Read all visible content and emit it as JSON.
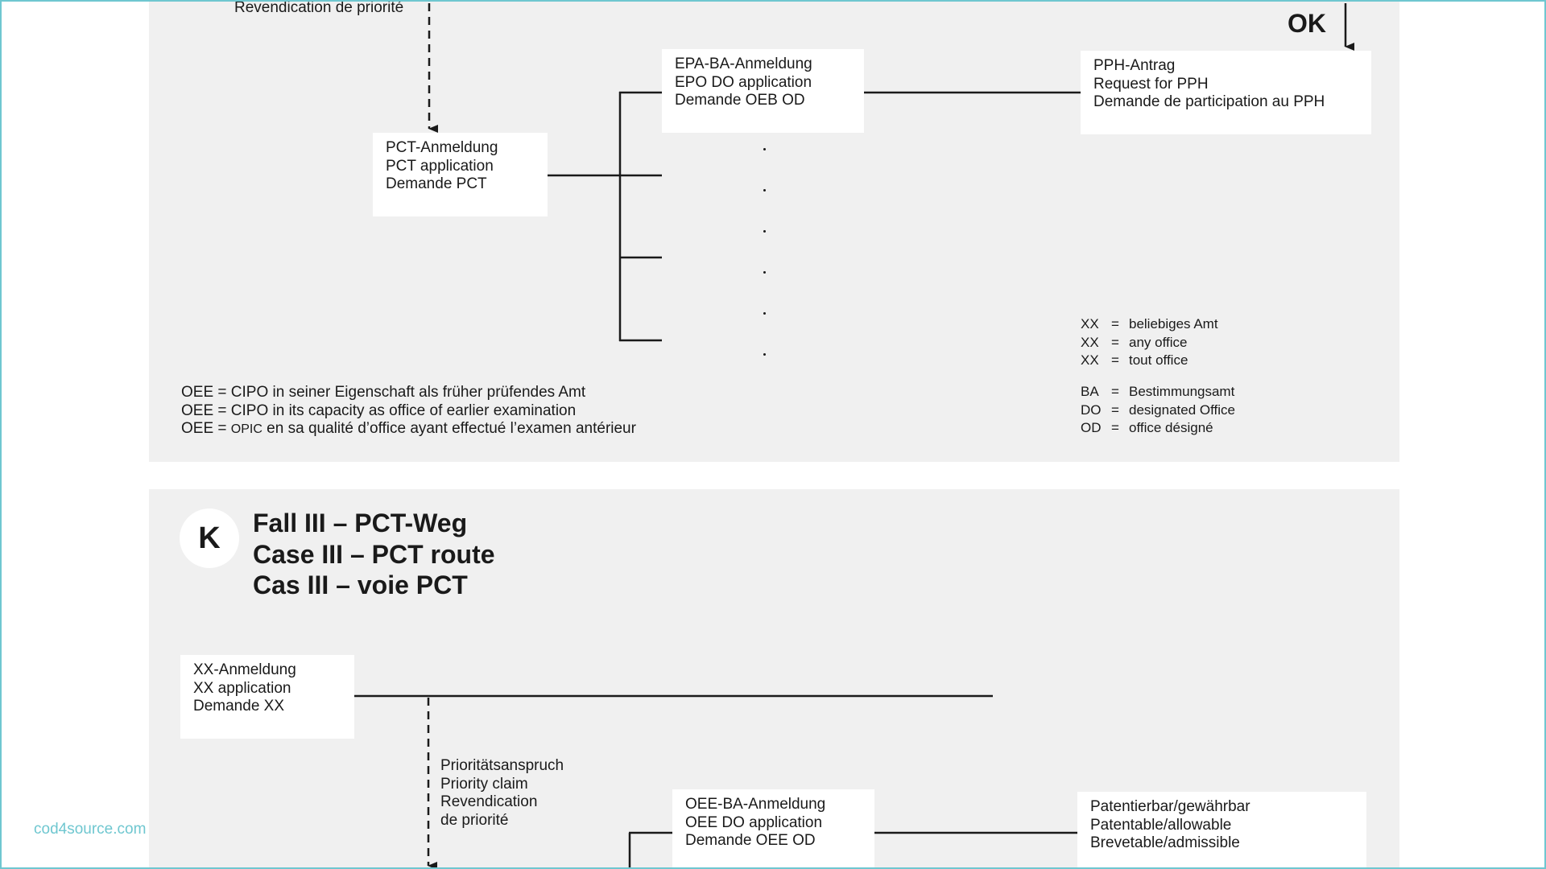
{
  "top_panel": {
    "priority_fragment": "Revendication de priorité",
    "ok_label": "OK",
    "pct_box": [
      "PCT-Anmeldung",
      "PCT application",
      "Demande PCT"
    ],
    "epa_box": [
      "EPA-BA-Anmeldung",
      "EPO DO application",
      "Demande OEB OD"
    ],
    "pph_box": [
      "PPH-Antrag",
      "Request for PPH",
      "Demande de participation au PPH"
    ],
    "dots": [
      ".",
      ".",
      ".",
      ".",
      ".",
      "."
    ],
    "legend_xx": [
      {
        "key": "XX",
        "eq": "=",
        "value": "beliebiges Amt"
      },
      {
        "key": "XX",
        "eq": "=",
        "value": "any office"
      },
      {
        "key": "XX",
        "eq": "=",
        "value": "tout office"
      }
    ],
    "legend_ba": [
      {
        "key": "BA",
        "eq": "=",
        "value": "Bestimmungsamt"
      },
      {
        "key": "DO",
        "eq": "=",
        "value": "designated Office"
      },
      {
        "key": "OD",
        "eq": "=",
        "value": "office désigné"
      }
    ],
    "oee_note": [
      "OEE = CIPO in seiner Eigenschaft als früher prüfendes Amt",
      "OEE = CIPO in its capacity as office of earlier examination"
    ],
    "oee_note_fr": {
      "prefix": "OEE = ",
      "small": "OPIC",
      "rest": " en sa qualité d’office ayant effectué l’examen antérieur"
    }
  },
  "bottom_panel": {
    "badge": "K",
    "title": [
      "Fall III – PCT-Weg",
      "Case III – PCT route",
      "Cas III – voie PCT"
    ],
    "xx_box": [
      "XX-Anmeldung",
      "XX application",
      "Demande XX"
    ],
    "priority_claim": [
      "Prioritätsanspruch",
      "Priority claim",
      "Revendication",
      "de priorité"
    ],
    "oee_box": [
      "OEE-BA-Anmeldung",
      "OEE DO application",
      "Demande OEE OD"
    ],
    "patentable_box": [
      "Patentierbar/gewährbar",
      "Patentable/allowable",
      "Brevetable/admissible"
    ]
  },
  "watermark": "cod4source.com"
}
